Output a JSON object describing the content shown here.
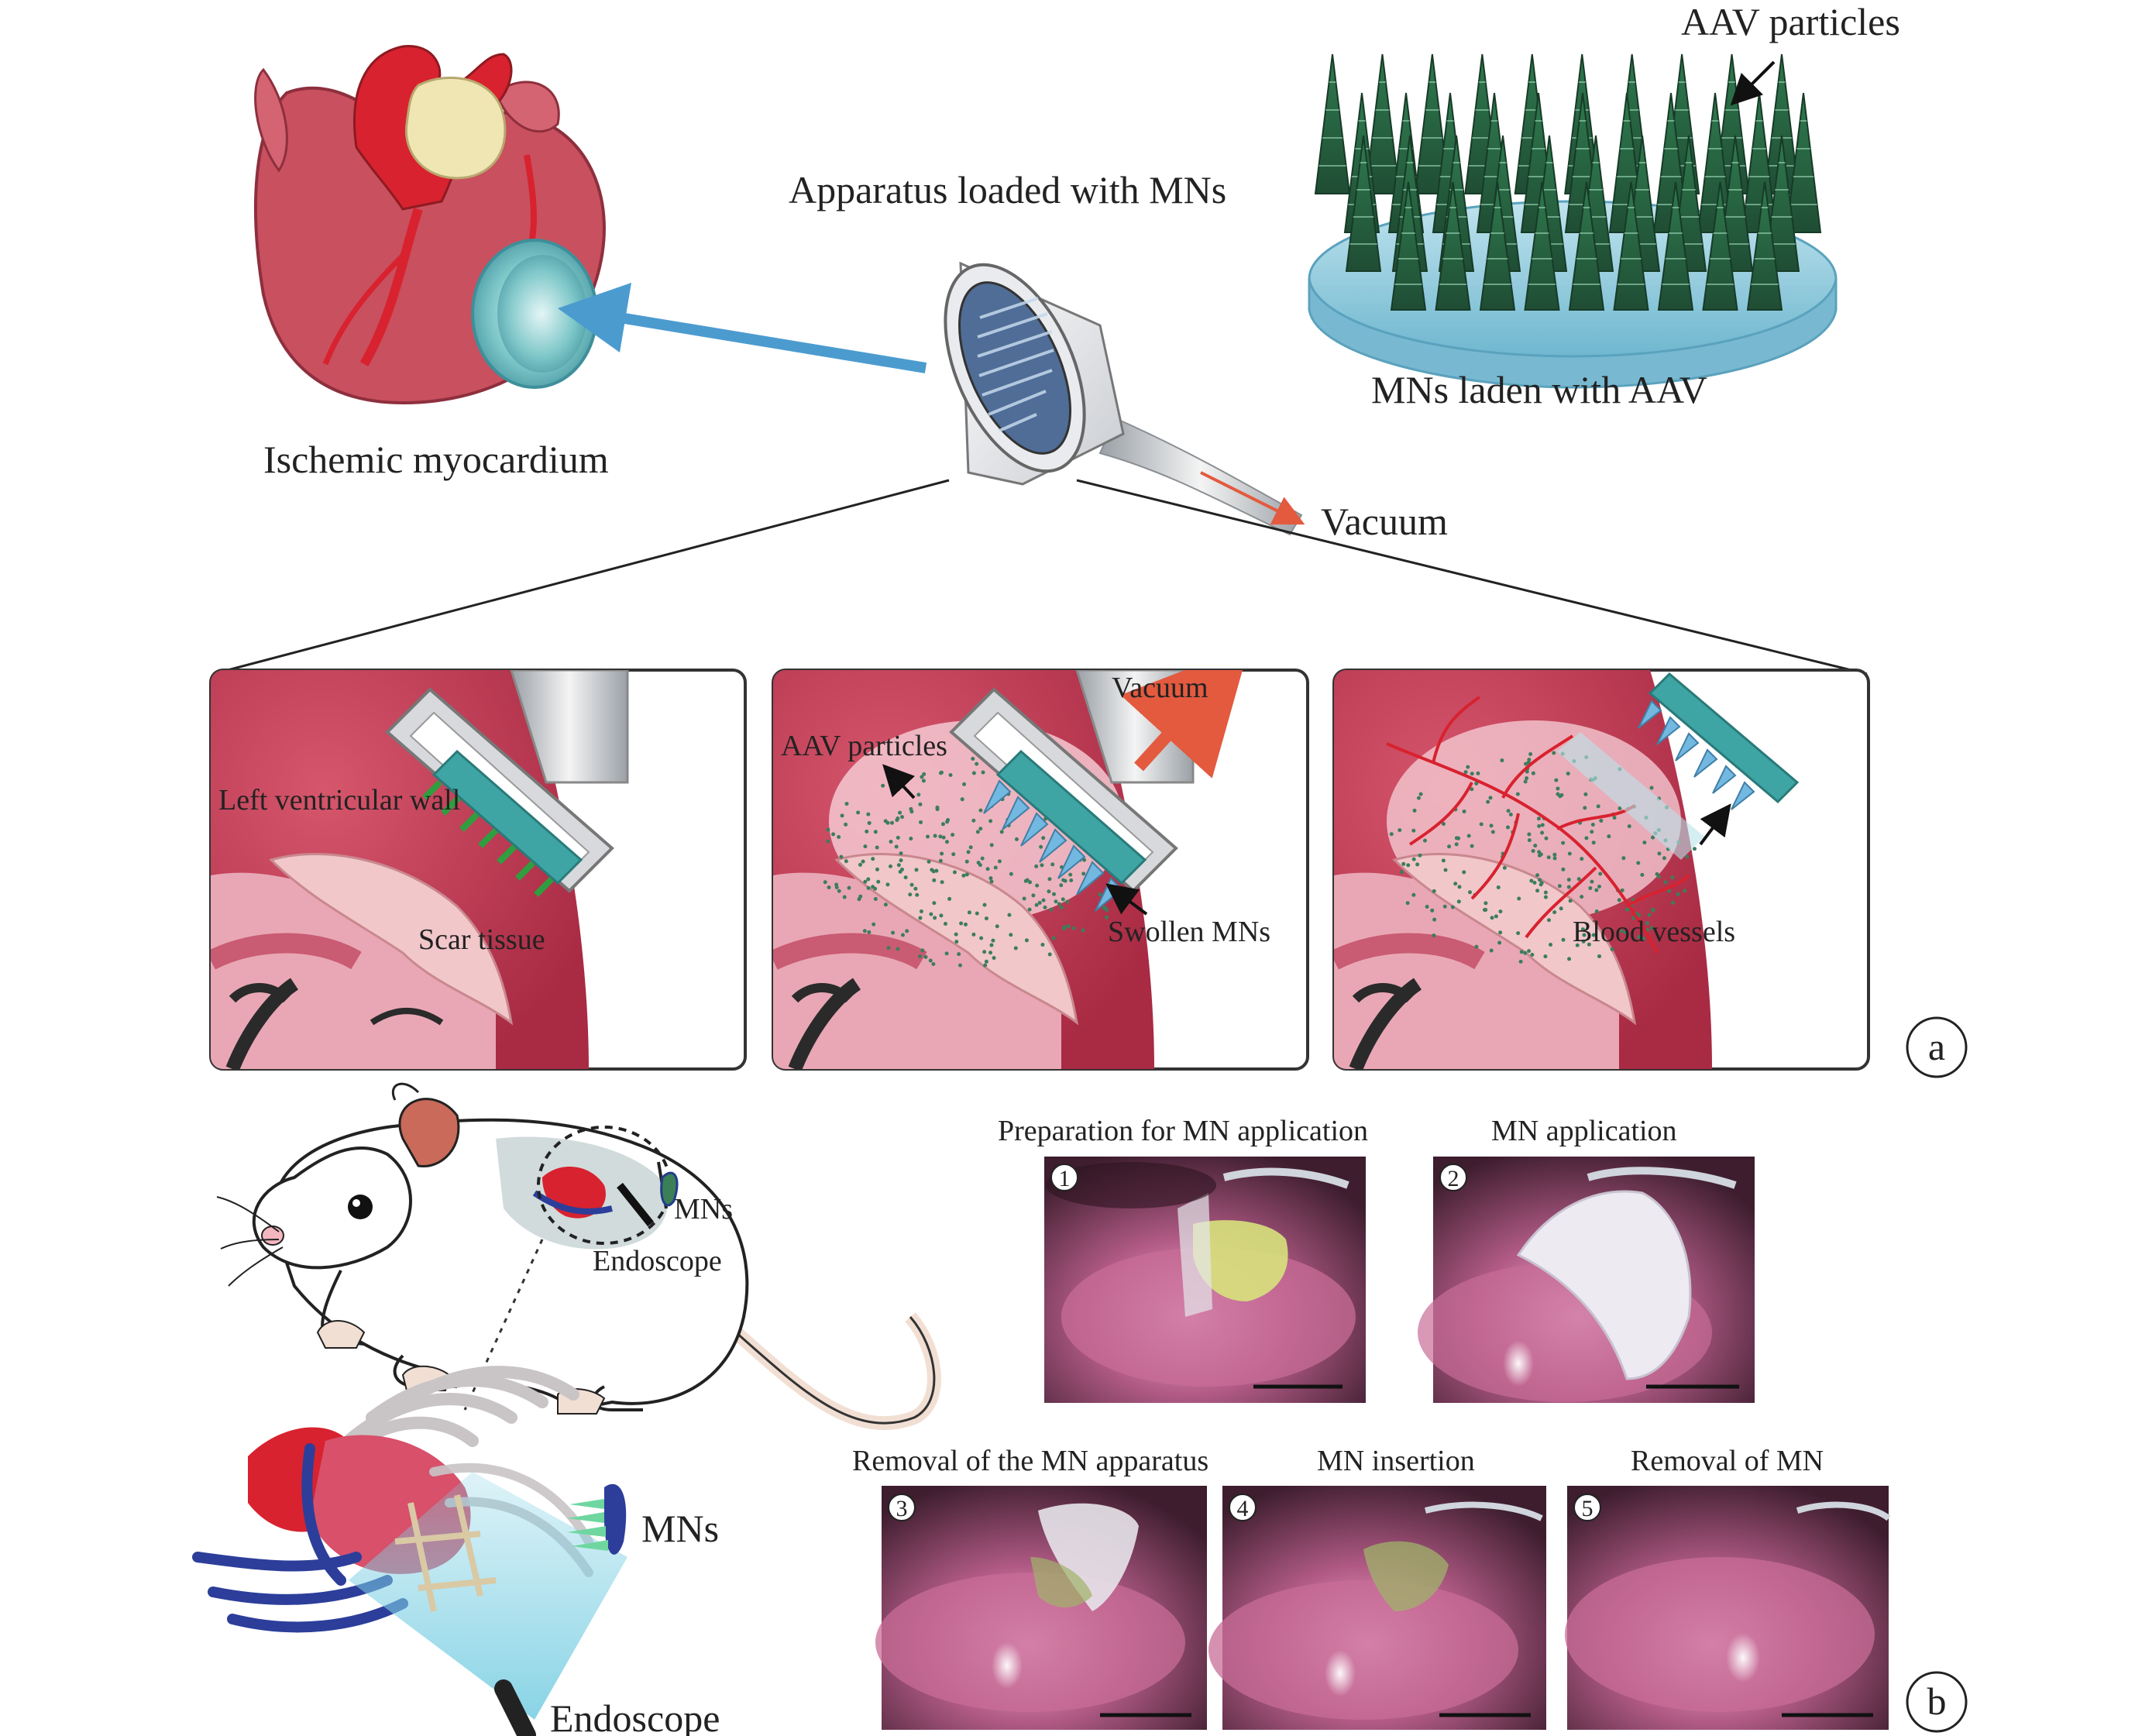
{
  "top": {
    "heart_label": "Ischemic myocardium",
    "apparatus_label": "Apparatus loaded with MNs",
    "patch_label": "MNs laden with AAV",
    "aav_label": "AAV particles",
    "vacuum_label": "Vacuum"
  },
  "panels": {
    "p1": {
      "wall_label": "Left ventricular wall",
      "scar_label": "Scar tissue"
    },
    "p2": {
      "vacuum_label": "Vacuum",
      "aav_label": "AAV particles",
      "swollen_label": "Swollen MNs"
    },
    "p3": {
      "vessels_label": "Blood vessels"
    }
  },
  "mouse": {
    "mns_label": "MNs",
    "endoscope_label": "Endoscope",
    "bottom_mns_label": "MNs",
    "bottom_endoscope_label": "Endoscope"
  },
  "photos": [
    {
      "num": "1",
      "caption": "Preparation for MN application"
    },
    {
      "num": "2",
      "caption": "MN application"
    },
    {
      "num": "3",
      "caption": "Removal of the MN apparatus"
    },
    {
      "num": "4",
      "caption": "MN insertion"
    },
    {
      "num": "5",
      "caption": "Removal of MN"
    }
  ],
  "panel_letters": {
    "a": "a",
    "b": "b"
  },
  "colors": {
    "heart": "#c9505e",
    "heart_dark": "#8e2f3d",
    "artery": "#d8222f",
    "myocardium": "#b8374d",
    "teal": "#3fa4a4",
    "mn_green": "#2f6e4d",
    "arrow_blue": "#4b9bcf",
    "photo_tissue": "#a84f78"
  }
}
